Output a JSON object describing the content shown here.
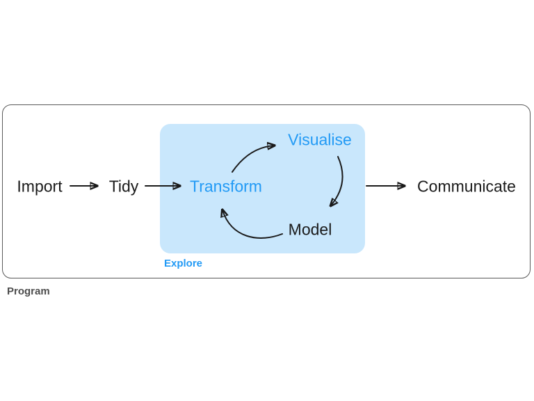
{
  "colors": {
    "accent_blue": "#229af5",
    "explore_bg": "#c9e7fc",
    "box_border": "#595959",
    "text_dark": "#1a1a1a",
    "program_label": "#4d4d4d",
    "arrow": "#1a1a1a"
  },
  "nodes": {
    "import": {
      "label": "Import"
    },
    "tidy": {
      "label": "Tidy"
    },
    "transform": {
      "label": "Transform"
    },
    "visualise": {
      "label": "Visualise"
    },
    "model": {
      "label": "Model"
    },
    "communicate": {
      "label": "Communicate"
    }
  },
  "regions": {
    "explore": {
      "label": "Explore"
    },
    "program": {
      "label": "Program"
    }
  },
  "edges": [
    {
      "from": "import",
      "to": "tidy",
      "style": "straight"
    },
    {
      "from": "tidy",
      "to": "transform",
      "style": "straight"
    },
    {
      "from": "transform",
      "to": "visualise",
      "style": "curved"
    },
    {
      "from": "visualise",
      "to": "model",
      "style": "curved"
    },
    {
      "from": "model",
      "to": "transform",
      "style": "curved"
    },
    {
      "from": "explore",
      "to": "communicate",
      "style": "straight"
    }
  ]
}
